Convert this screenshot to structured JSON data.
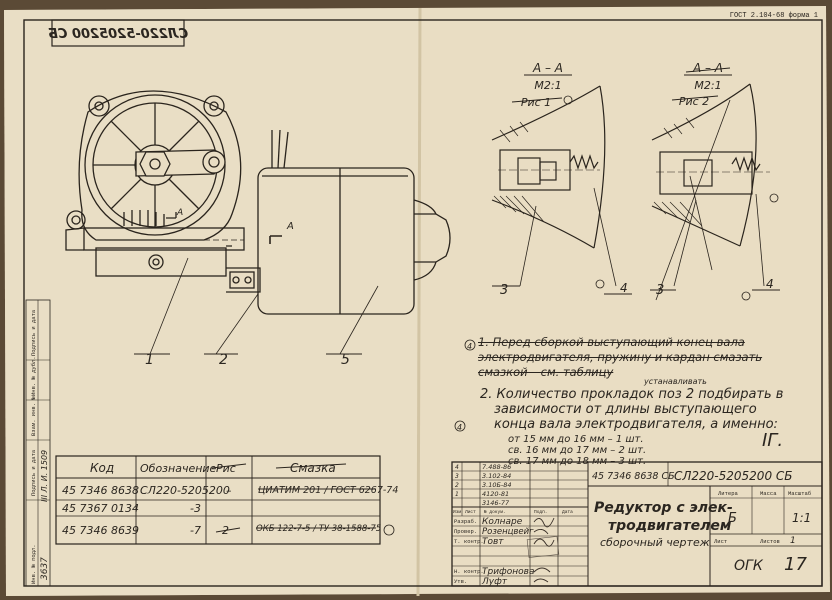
{
  "header": {
    "gost_form": "ГОСТ 2.104-68 форма 1",
    "mirrored_designation": "СЛ220-5205200 СБ"
  },
  "section_views": [
    {
      "title": "А – А",
      "scale": "М2:1",
      "figure": "Рис 1",
      "leaders": [
        "3",
        "4"
      ]
    },
    {
      "title": "А – А",
      "scale": "М2:1",
      "figure": "Рис 2",
      "leaders": [
        "3",
        "4"
      ]
    }
  ],
  "main_view": {
    "section_marker": "A",
    "positions": [
      "1",
      "2",
      "5"
    ]
  },
  "notes": {
    "note1": "1. Перед сборкой выступающий конец вала электродвигателя, пружину и кардан смазать смазкой – см. таблицу",
    "note2_lines": [
      "2. Количество прокладок поз 2 подбирать в",
      "зависимости от длины выступающего",
      "конца вала электродвигателя, а именно:",
      "от 15 мм до 16 мм – 1 шт.",
      "св. 16 мм до 17 мм – 2 шт.",
      "св. 17 мм до 18 мм – 3 шт."
    ],
    "correction_word": "устанавливать",
    "marginal_marks": [
      "4",
      "4"
    ],
    "signature_mark": "IГ."
  },
  "table": {
    "headers": [
      "Код",
      "Обозначение",
      "Рис",
      "Смазка"
    ],
    "rows": [
      [
        "45 7346 8638",
        "СЛ220-5205200",
        "–",
        "ЦИАТИМ 201 / ГОСТ 6267-74"
      ],
      [
        "45 7367 0134",
        "-3",
        "",
        ""
      ],
      [
        "45 7346 8639",
        "-7",
        "2",
        "ОКБ 122-7-5 / ТУ 38-1588-75"
      ]
    ]
  },
  "title_block": {
    "code": "45 7346 8638 СБ",
    "designation": "СЛ220-5205200 СБ",
    "name_lines": [
      "Редуктор с элек-",
      "тродвигателем"
    ],
    "doc_type": "сборочный чертеж",
    "litera_label": "Литера",
    "mass_label": "Масса",
    "scale_label": "Масштаб",
    "litera": "Б",
    "scale": "1:1",
    "sheet_label": "Лист",
    "sheets_label": "Листов",
    "sheets": "1",
    "org": "ОГК",
    "number": "17",
    "revisions": [
      {
        "n": "4",
        "date": "7.488-86"
      },
      {
        "n": "3",
        "date": "3.102-84"
      },
      {
        "n": "2",
        "date": "3.10Б-84"
      },
      {
        "n": "1",
        "date": "4120-81"
      },
      {
        "n": "",
        "date": "3146-77"
      }
    ],
    "change_header": [
      "Изм",
      "Лист",
      "№ докум.",
      "Подп.",
      "Дата"
    ],
    "roles": [
      {
        "role": "Разраб.",
        "name": "Колнаре"
      },
      {
        "role": "Провер.",
        "name": "Розенцвейг"
      },
      {
        "role": "Т. контр.",
        "name": "Товт"
      },
      {
        "role": "",
        "name": ""
      },
      {
        "role": "Н. контр.",
        "name": "Трифонова"
      },
      {
        "role": "Утв.",
        "name": "Луфт"
      }
    ]
  },
  "left_strip": {
    "labels": [
      "Инв. № подл.",
      "Подпись и дата",
      "Взам. инв. №",
      "Инв. № дубл.",
      "Подпись и дата"
    ],
    "inv_number": "3637",
    "handwritten": "ΙΙΙ Л. И. 1509"
  }
}
